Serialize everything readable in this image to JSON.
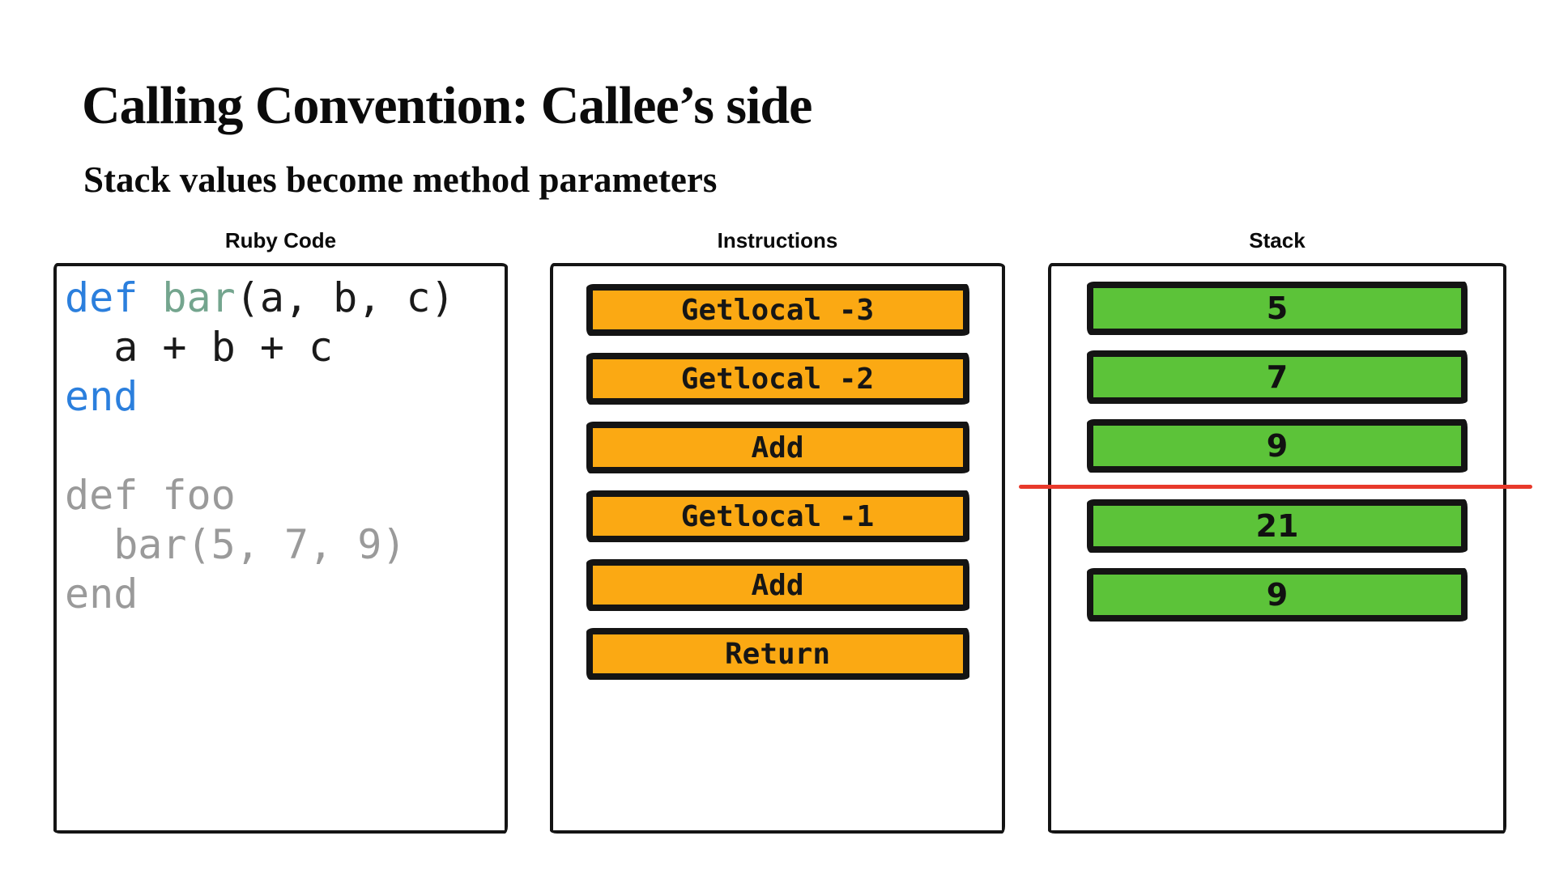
{
  "slide": {
    "title": "Calling Convention: Callee’s side",
    "subtitle": "Stack values become method parameters"
  },
  "panels": {
    "ruby": {
      "label": "Ruby Code",
      "code_lines": [
        {
          "segments": [
            [
              "keyword",
              "def "
            ],
            [
              "method",
              "bar"
            ],
            [
              "plain",
              "(a, b, c)"
            ]
          ]
        },
        {
          "segments": [
            [
              "plain",
              "  a + b + c"
            ]
          ]
        },
        {
          "segments": [
            [
              "keyword",
              "end"
            ]
          ]
        },
        {
          "segments": []
        },
        {
          "segments": [
            [
              "muted",
              "def foo"
            ]
          ]
        },
        {
          "segments": [
            [
              "muted",
              "  bar(5, 7, 9)"
            ]
          ]
        },
        {
          "segments": [
            [
              "muted",
              "end"
            ]
          ]
        }
      ]
    },
    "instructions": {
      "label": "Instructions",
      "items": [
        "Getlocal -3",
        "Getlocal -2",
        "Add",
        "Getlocal -1",
        "Add",
        "Return"
      ]
    },
    "stack": {
      "label": "Stack",
      "items_above_divider": [
        "5",
        "7",
        "9"
      ],
      "items_below_divider": [
        "21",
        "9"
      ]
    }
  },
  "colors": {
    "keyword": "#2B7FDD",
    "method": "#74A58E",
    "plain": "#1A1A1A",
    "muted": "#9A9A9A",
    "instruction_fill": "#FBA913",
    "stack_fill": "#5CC339",
    "ink": "#141414",
    "divider_red": "#E8392B"
  }
}
